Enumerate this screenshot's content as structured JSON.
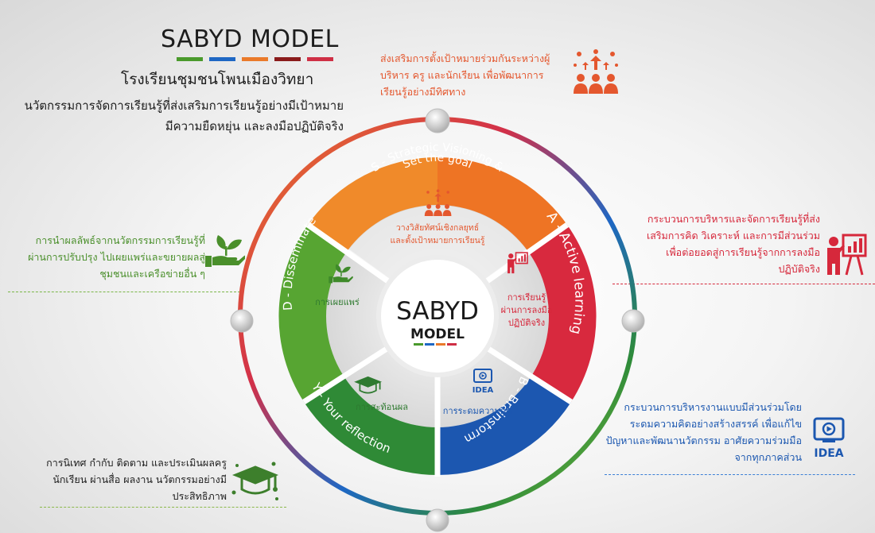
{
  "header": {
    "title": "SABYD MODEL",
    "bar_colors": [
      "#4a9a2c",
      "#1e67c4",
      "#ea7a2a",
      "#8a1b1b",
      "#cf2f45"
    ],
    "school": "โรงเรียนชุมชนโพนเมืองวิทยา",
    "description": "นวัตกรรมการจัดการเรียนรู้ที่ส่งเสริมการเรียนรู้อย่างมีเป้าหมาย มีความยืดหยุ่น และลงมือปฏิบัติจริง"
  },
  "center": {
    "line1": "SABYD",
    "line2": "MODEL"
  },
  "segments": [
    {
      "key": "S",
      "ring_line1": "S - Strategic Visioning &",
      "ring_line2": "Set the goal",
      "inner_line1": "วางวิสัยทัศน์เชิงกลยุทธ์",
      "inner_line2": "และตั้งเป้าหมายการเรียนรู้",
      "color": "#ee7424",
      "icon": "team-goal-icon"
    },
    {
      "key": "A",
      "ring_label": "A - Active learning",
      "inner_line1": "การเรียนรู้",
      "inner_line2": "ผ่านการลงมือ",
      "inner_line3": "ปฏิบัติจริง",
      "color": "#d8293e",
      "icon": "presenter-icon"
    },
    {
      "key": "B",
      "ring_label": "B - Brainstorm",
      "inner_label": "การระดมความคิด",
      "icon_text": "IDEA",
      "color": "#1c57b0",
      "icon": "idea-monitor-icon"
    },
    {
      "key": "Y",
      "ring_label": "Y - Your reflection",
      "inner_label": "การสะท้อนผล",
      "color": "#2f8a36",
      "icon": "graduation-cap-icon"
    },
    {
      "key": "D",
      "ring_label": "D - Disseminate",
      "inner_label": "การเผยแพร่",
      "color": "#57a532",
      "icon": "plant-hand-icon"
    }
  ],
  "callouts": {
    "top": {
      "text": "ส่งเสริมการตั้งเป้าหมายร่วมกันระหว่างผู้บริหาร ครู และนักเรียน เพื่อพัฒนาการเรียนรู้อย่างมีทิศทาง",
      "color": "#e4572e"
    },
    "right": {
      "text": "กระบวนการบริหารและจัดการเรียนรู้ที่ส่งเสริมการคิด วิเคราะห์ และการมีส่วนร่วม เพื่อต่อยอดสู่การเรียนรู้จากการลงมือปฏิบัติจริง",
      "color": "#d6283b"
    },
    "left": {
      "text": "การนำผลลัพธ์จากนวัตกรรมการเรียนรู้ที่ผ่านการปรับปรุง ไปเผยแพร่และขยายผลสู่ชุมชนและเครือข่ายอื่น ๆ",
      "color": "#4a8f2b"
    },
    "bottom_right": {
      "text": "กระบวนการบริหารงานแบบมีส่วนร่วมโดยระดมความคิดอย่างสร้างสรรค์ เพื่อแก้ไขปัญหาและพัฒนานวัตกรรม อาศัยความร่วมมือจากทุกภาคส่วน",
      "icon_text": "IDEA",
      "color": "#1b57b0"
    },
    "bottom_left": {
      "text": "การนิเทศ กำกับ ติดตาม และประเมินผลครู นักเรียน ผ่านสื่อ ผลงาน นวัตกรรมอย่างมีประสิทธิภาพ",
      "color": "#1d1d1d"
    }
  }
}
